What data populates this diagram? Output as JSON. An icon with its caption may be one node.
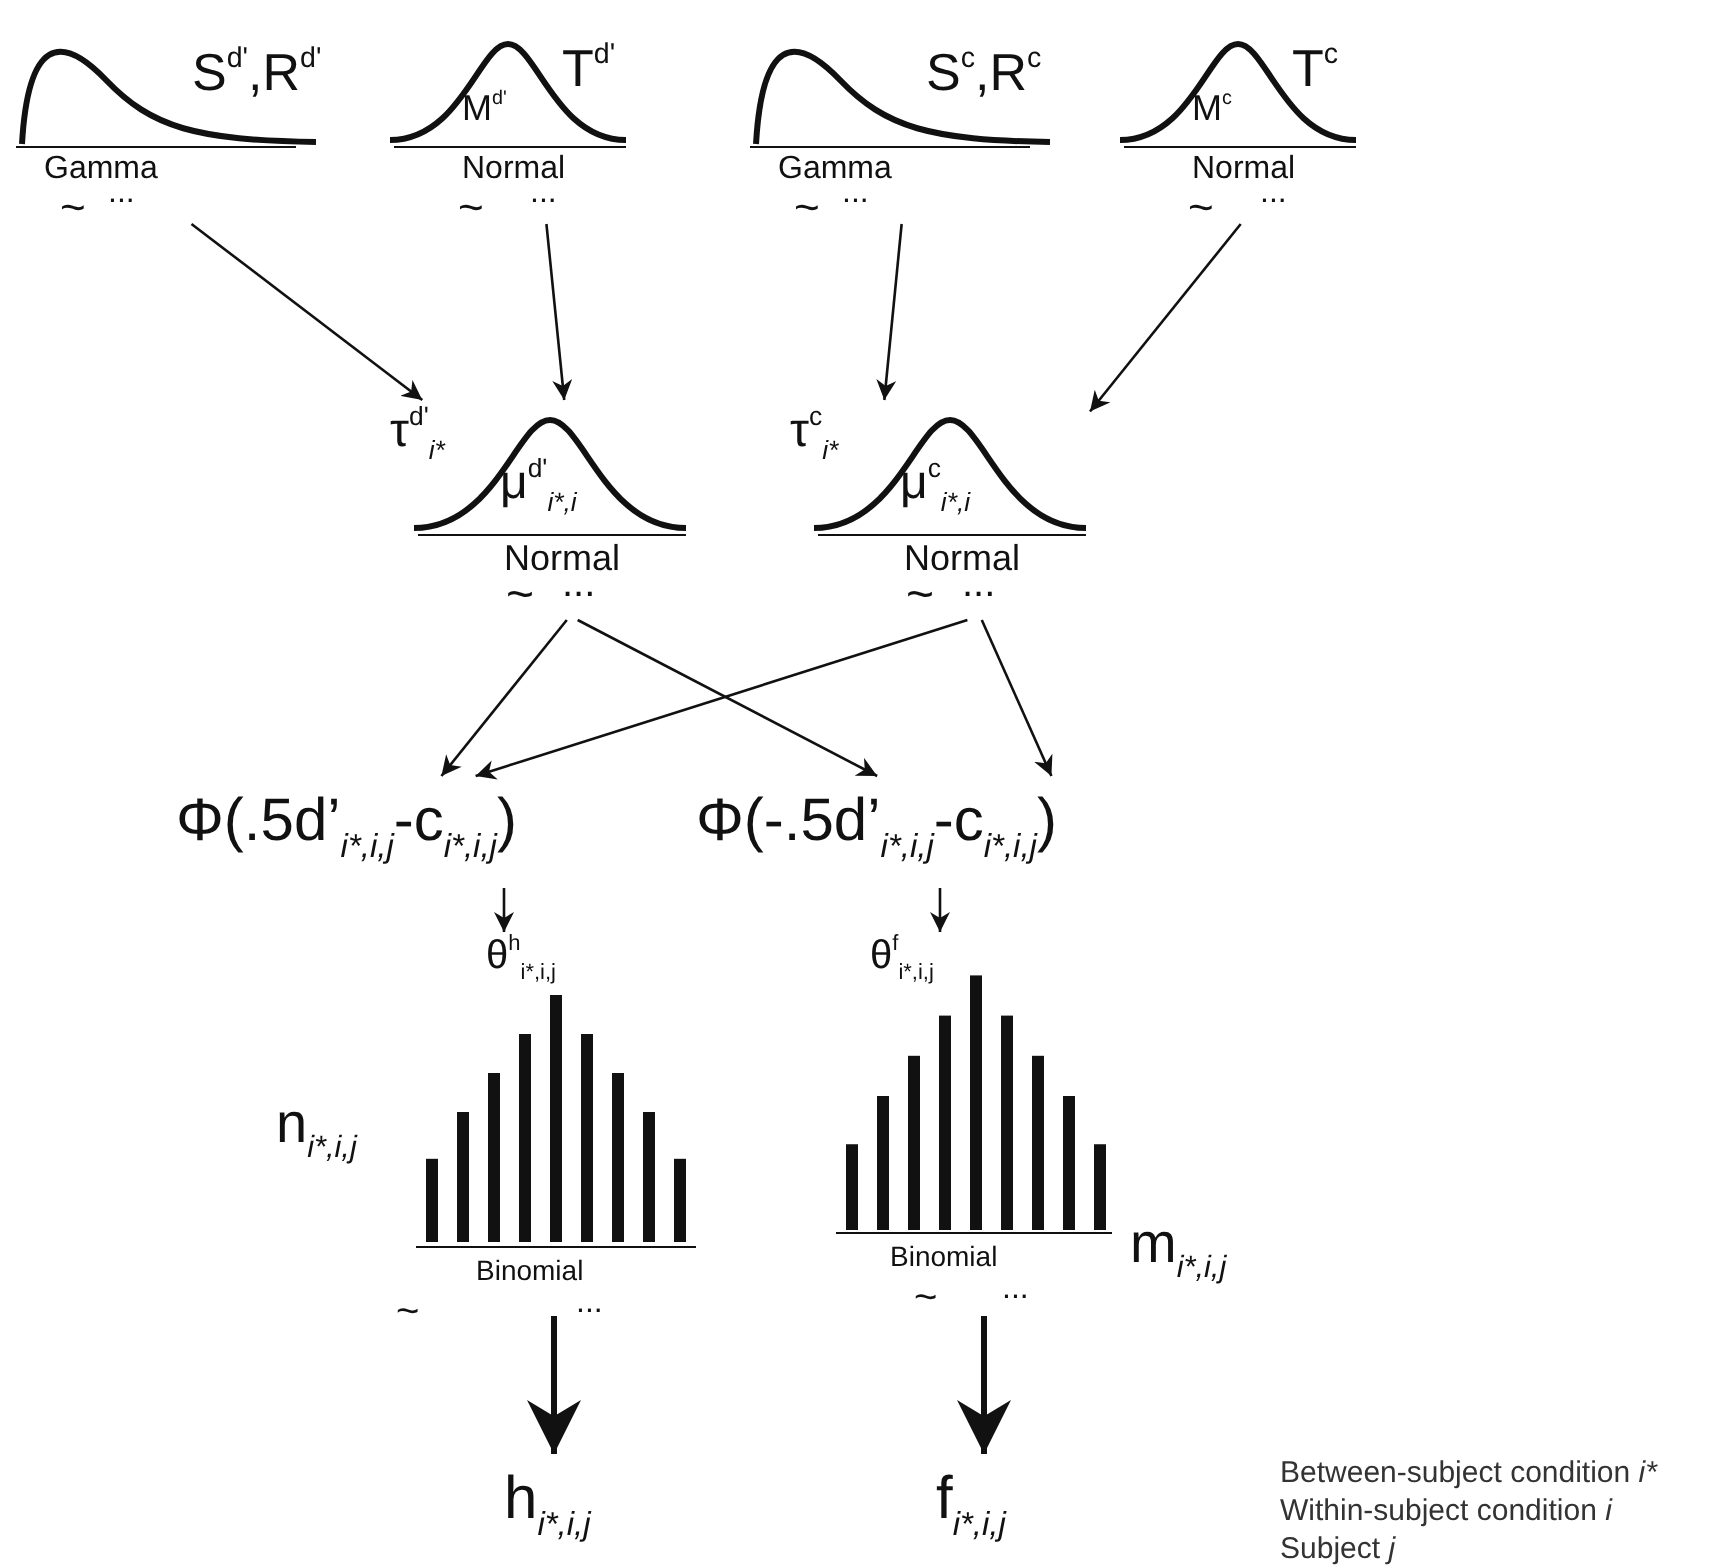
{
  "diagram": {
    "nodes": [
      {
        "text": [
          "S$^{d'}$,R$^{d'}$",
          "Gamma",
          "~",
          "..."
        ]
      },
      {
        "text": [
          "T$^{d'}$",
          "M$^{d'}$",
          "Normal",
          "~",
          "..."
        ]
      },
      {
        "text": [
          "S$^{c}$,R$^{c}$",
          "Gamma",
          "~",
          "..."
        ]
      },
      {
        "text": [
          "T$^{c}$",
          "M$^{c}$",
          "Normal",
          "~",
          "..."
        ]
      },
      {
        "text": [
          "τ$^{d'}$$_{i*}$",
          "μ$^{d'}$$_{i*,i}$",
          "Normal",
          "~",
          "..."
        ]
      },
      {
        "text": [
          "τ$^{c}$$_{i*}$",
          "μ$^{c}$$_{i*,i}$",
          "Normal",
          "~",
          "..."
        ]
      },
      {
        "text": [
          "Φ(.5d’$_{i*,i,j}$-c$_{i*,i,j}$)"
        ]
      },
      {
        "text": [
          "Φ(-.5d’$_{i*,i,j}$-c$_{i*,i,j}$)"
        ]
      },
      {
        "text": [
          "θ$^{h}$$_{i*,i,j}$",
          "n$_{i*,i,j}$",
          "Binomial",
          "~",
          "..."
        ]
      },
      {
        "text": [
          "θ$^{f}$$_{i*,i,j}$",
          "Binomial",
          "~",
          "...",
          "m$_{i*,i,j}$"
        ]
      },
      {
        "text": [
          "h$_{i*,i,j}$"
        ]
      },
      {
        "text": [
          "f$_{i*,i,j}$"
        ]
      }
    ],
    "edges": [
      {
        "from": 0,
        "to": 4,
        "arrow": "to"
      },
      {
        "from": 1,
        "to": 4,
        "arrow": "to"
      },
      {
        "from": 2,
        "to": 5,
        "arrow": "to"
      },
      {
        "from": 3,
        "to": 5,
        "arrow": "to"
      },
      {
        "from": 4,
        "to": 6,
        "arrow": "to"
      },
      {
        "from": 4,
        "to": 7,
        "arrow": "to"
      },
      {
        "from": 5,
        "to": 6,
        "arrow": "to"
      },
      {
        "from": 5,
        "to": 7,
        "arrow": "to"
      },
      {
        "from": 6,
        "to": 8,
        "arrow": "to"
      },
      {
        "from": 7,
        "to": 9,
        "arrow": "to"
      },
      {
        "from": 8,
        "to": 10,
        "arrow": "to",
        "style": "thick"
      },
      {
        "from": 9,
        "to": 11,
        "arrow": "to",
        "style": "thick"
      }
    ],
    "labels": [
      "Between-subject condition i*",
      "Within-subject condition i",
      "Subject j"
    ]
  }
}
